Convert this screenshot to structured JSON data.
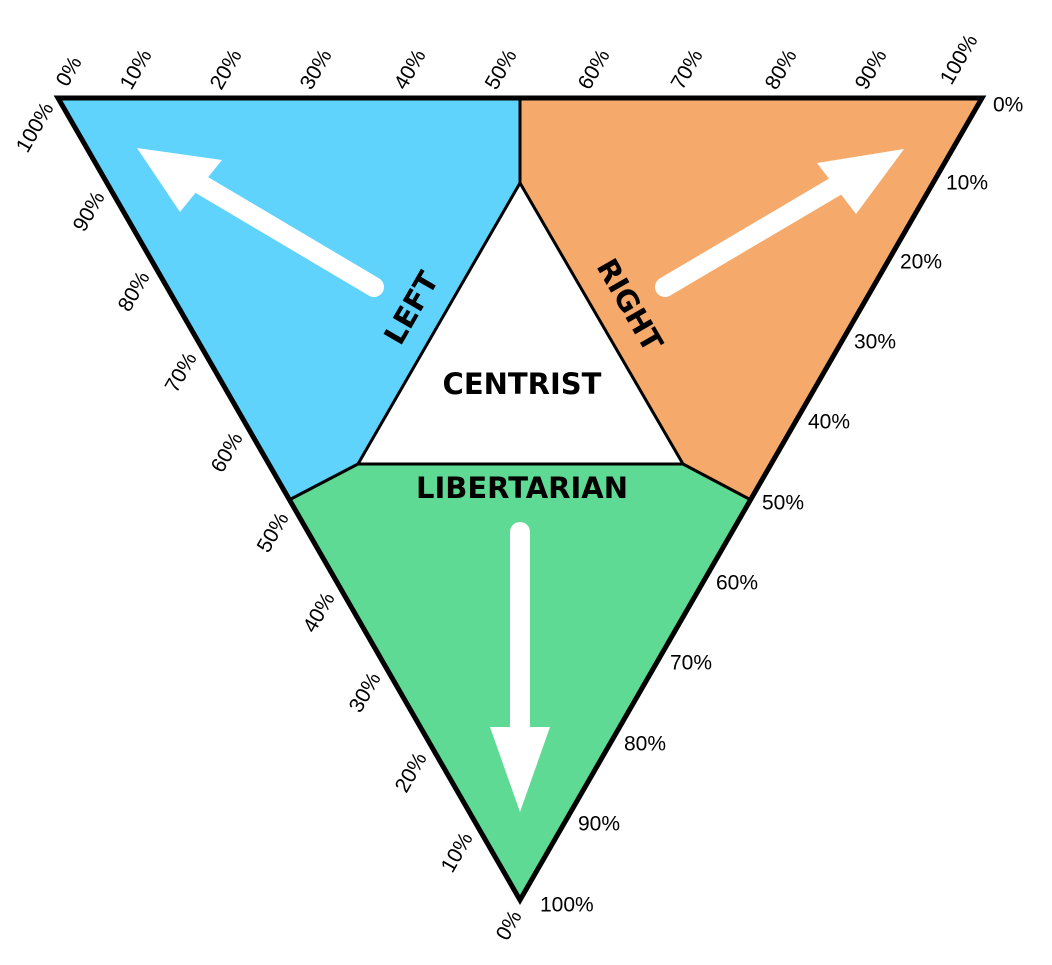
{
  "regions": {
    "left": {
      "label": "LEFT",
      "color": "#5fd3fb"
    },
    "right": {
      "label": "RIGHT",
      "color": "#f5aa6b"
    },
    "libertarian": {
      "label": "LIBERTARIAN",
      "color": "#5fda94"
    },
    "centrist": {
      "label": "CENTRIST",
      "color": "#ffffff"
    }
  },
  "arrow_color": "#ffffff",
  "outline_color": "#000000",
  "axes": {
    "top": [
      "0%",
      "10%",
      "20%",
      "30%",
      "40%",
      "50%",
      "60%",
      "70%",
      "80%",
      "90%",
      "100%"
    ],
    "right": [
      "0%",
      "10%",
      "20%",
      "30%",
      "40%",
      "50%",
      "60%",
      "70%",
      "80%",
      "90%",
      "100%"
    ],
    "left": [
      "100%",
      "90%",
      "80%",
      "70%",
      "60%",
      "50%",
      "40%",
      "30%",
      "20%",
      "10%",
      "0%"
    ]
  }
}
